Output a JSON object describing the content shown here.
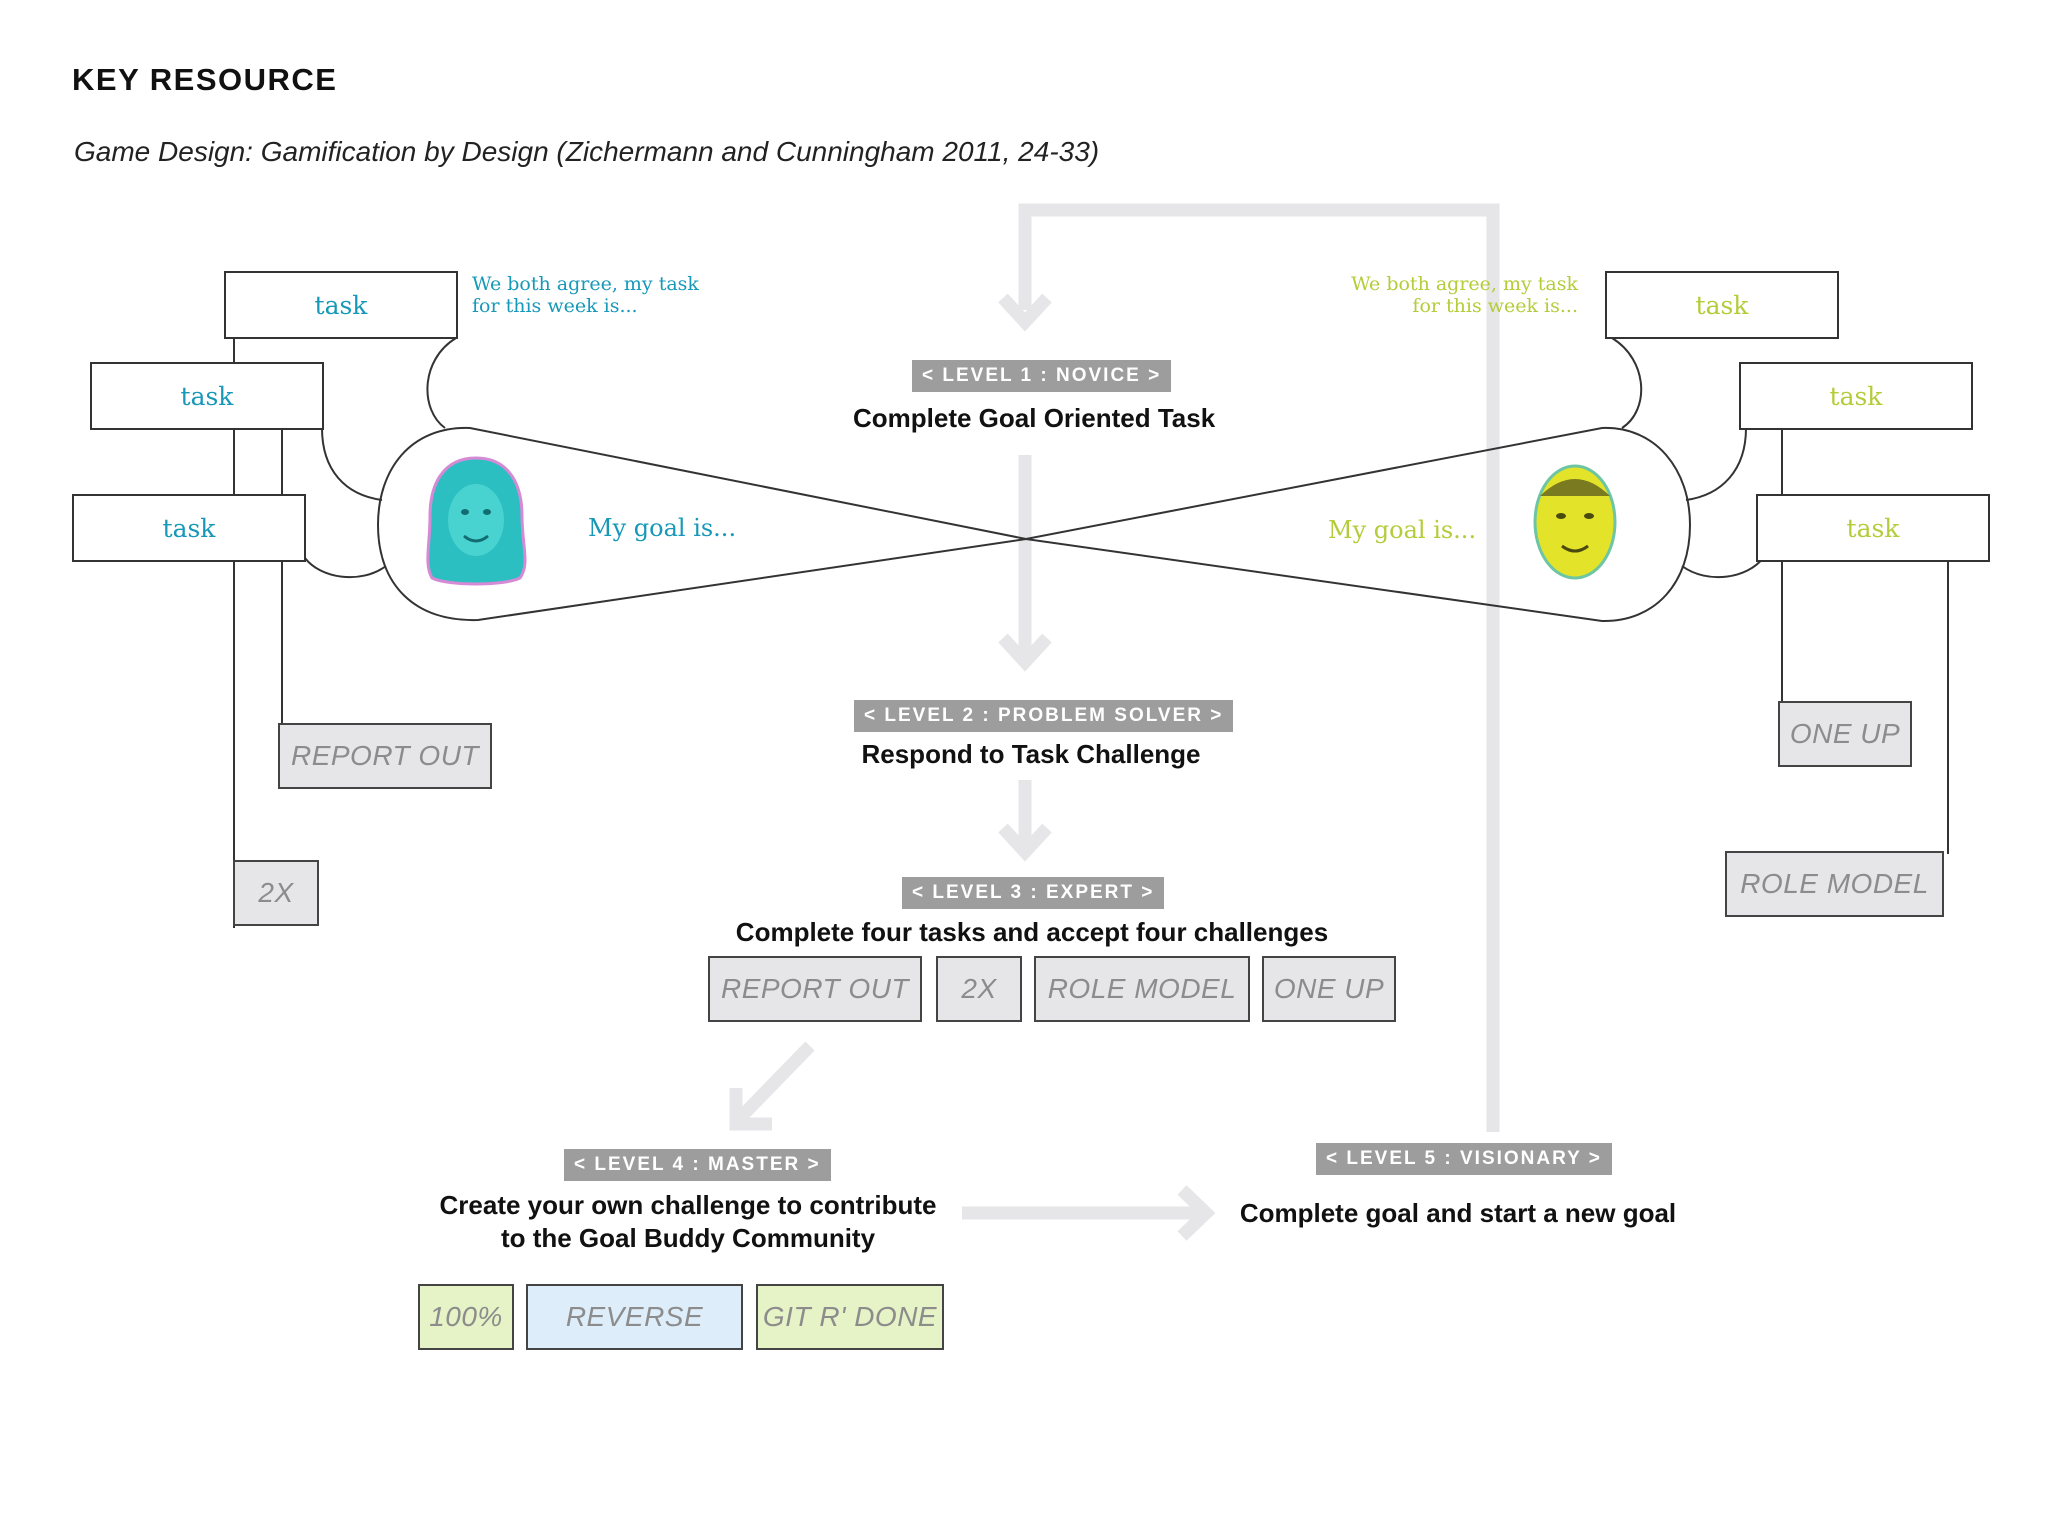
{
  "title": "KEY RESOURCE",
  "subtitle": "Game Design: Gamification by Design (Zichermann and Cunningham 2011, 24-33)",
  "colors": {
    "player_left": "#1798b8",
    "player_right": "#b5cc3a",
    "arrow": "#e6e6e8",
    "level_tag": "#9d9d9d"
  },
  "left_player": {
    "tasks": [
      "task",
      "task",
      "task"
    ],
    "agreement_line1": "We both agree, my task",
    "agreement_line2": "for this week is...",
    "goal": "My goal is...",
    "badges": [
      "REPORT OUT",
      "2X"
    ]
  },
  "right_player": {
    "tasks": [
      "task",
      "task",
      "task"
    ],
    "agreement_line1": "We both agree, my task",
    "agreement_line2": "for this week is...",
    "goal": "My goal is...",
    "badges": [
      "ONE UP",
      "ROLE MODEL"
    ]
  },
  "levels": [
    {
      "tag": "< LEVEL 1 : NOVICE >",
      "desc": "Complete Goal Oriented Task"
    },
    {
      "tag": "< LEVEL 2 : PROBLEM SOLVER >",
      "desc": "Respond to Task Challenge"
    },
    {
      "tag": "< LEVEL 3 : EXPERT >",
      "desc": "Complete four tasks and accept four challenges",
      "badges": [
        "REPORT OUT",
        "2X",
        "ROLE MODEL",
        "ONE UP"
      ]
    },
    {
      "tag": "< LEVEL 4 : MASTER >",
      "desc_line1": "Create your own challenge to contribute",
      "desc_line2": "to the Goal Buddy Community",
      "badges": [
        "100%",
        "REVERSE",
        "GIT R' DONE"
      ]
    },
    {
      "tag": "< LEVEL 5 : VISIONARY >",
      "desc": "Complete goal and start a new goal"
    }
  ]
}
